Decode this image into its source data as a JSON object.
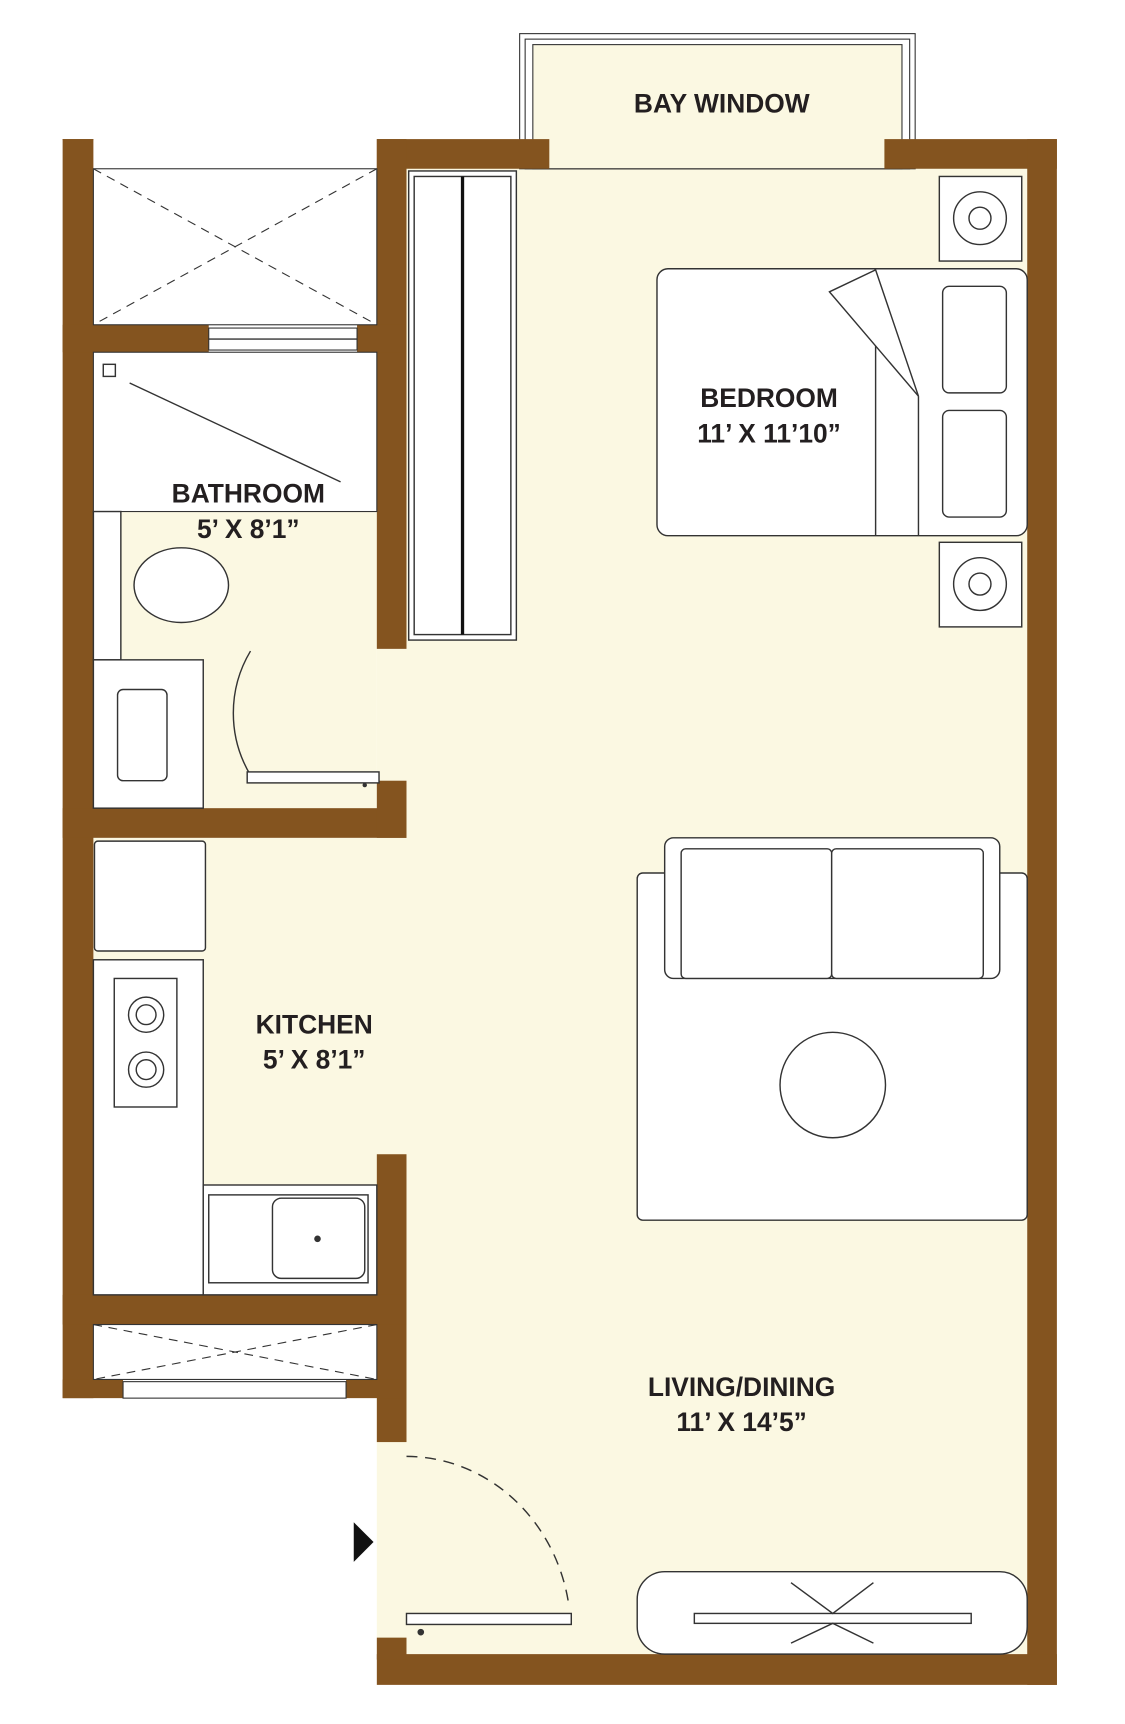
{
  "colors": {
    "wall": "#84541F",
    "floor": "#FBF8E2",
    "line": "#333333",
    "text": "#231F20"
  },
  "rooms": {
    "bay_window": {
      "name": "BAY WINDOW"
    },
    "bedroom": {
      "name": "BEDROOM",
      "size": "11’ X 11’10”"
    },
    "bathroom": {
      "name": "BATHROOM",
      "size": "5’ X 8’1”"
    },
    "kitchen": {
      "name": "KITCHEN",
      "size": "5’ X 8’1”"
    },
    "living": {
      "name": "LIVING/DINING",
      "size": "11’ X 14’5”"
    }
  },
  "icons": [
    "entry-arrow-icon"
  ]
}
